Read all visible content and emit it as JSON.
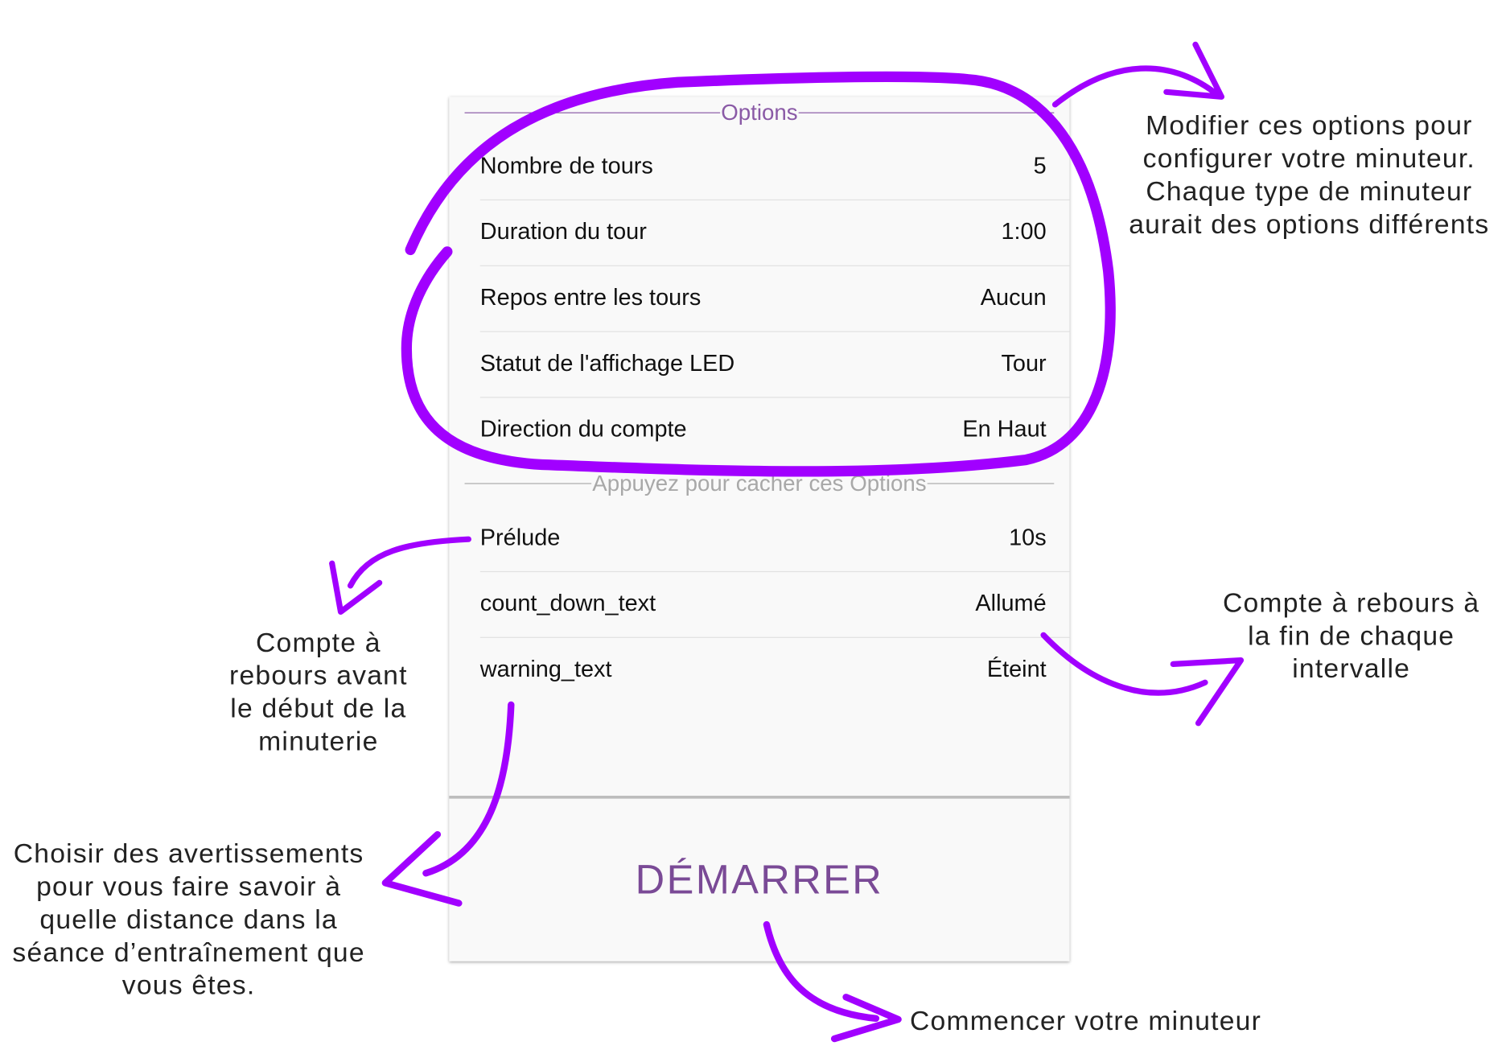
{
  "options_section": {
    "title": "Options"
  },
  "options": [
    {
      "label": "Nombre de tours",
      "value": "5"
    },
    {
      "label": "Duration du tour",
      "value": "1:00"
    },
    {
      "label": "Repos entre les tours",
      "value": "Aucun"
    },
    {
      "label": "Statut de l'affichage LED",
      "value": "Tour"
    },
    {
      "label": "Direction du compte",
      "value": "En Haut"
    }
  ],
  "hide_section": {
    "title": "Appuyez pour cacher ces Options"
  },
  "extra_options": [
    {
      "label": "Prélude",
      "value": "10s"
    },
    {
      "label": "count_down_text",
      "value": "Allumé"
    },
    {
      "label": "warning_text",
      "value": "Éteint"
    }
  ],
  "start_button": {
    "label": "DÉMARRER"
  },
  "annotations": {
    "options": "Modifier ces options pour\nconfigurer votre minuteur.\nChaque type de minuteur\naurait des options différents",
    "prelude": "Compte à\nrebours avant\nle début de la\nminuterie",
    "countdown": "Compte à rebours à\nla fin de chaque\nintervalle",
    "warning": "Choisir des avertissements\npour vous faire savoir à\nquelle distance dans la\nséance d’entraînement que\nvous êtes.",
    "start": "Commencer votre minuteur"
  },
  "colors": {
    "accent": "#7a4a96",
    "annotation": "#a100ff"
  }
}
